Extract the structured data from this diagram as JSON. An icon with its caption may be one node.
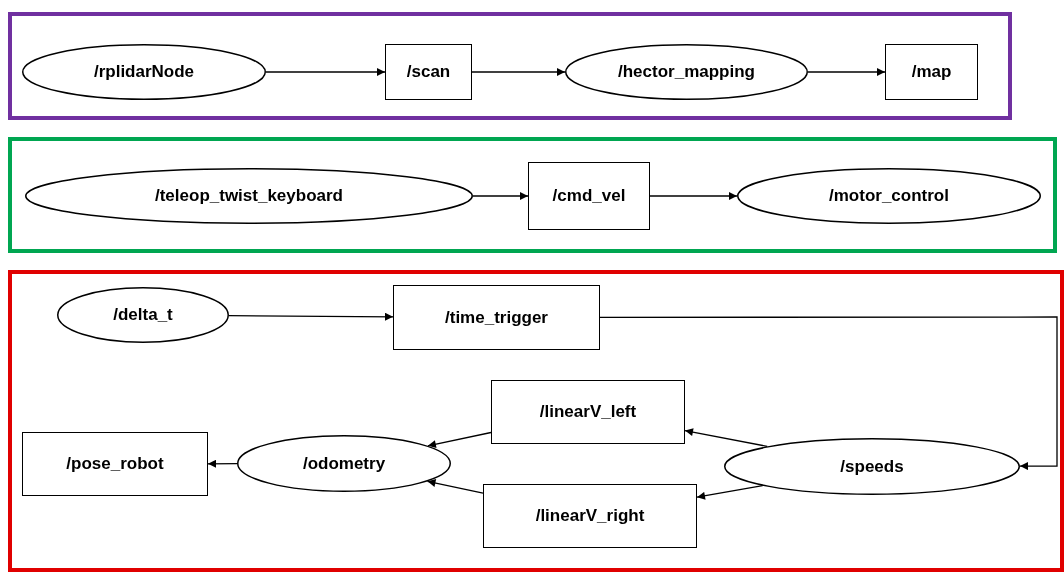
{
  "diagram": {
    "nodes": [
      {
        "text": [],
        "shape": "box"
      },
      {
        "text": [
          "/rplidarNode"
        ],
        "in": 0
      },
      {
        "text": [
          "/scan"
        ],
        "in": 0
      },
      {
        "text": [
          "/hector_mapping"
        ],
        "in": 0
      },
      {
        "text": [
          "/map"
        ],
        "in": 0
      },
      {
        "text": [],
        "shape": "box"
      },
      {
        "text": [
          "/teleop_twist_keyboard"
        ],
        "in": 5
      },
      {
        "text": [
          "/cmd_vel"
        ],
        "in": 5
      },
      {
        "text": [
          "/motor_control"
        ],
        "in": 5
      },
      {
        "text": [],
        "shape": "box"
      },
      {
        "text": [
          "/delta_t"
        ],
        "in": 9
      },
      {
        "text": [
          "/time_trigger"
        ],
        "in": 9
      },
      {
        "text": [
          "/linearV_left"
        ],
        "in": 9
      },
      {
        "text": [
          "/pose_robot"
        ],
        "in": 9
      },
      {
        "text": [
          "/odometry"
        ],
        "in": 9
      },
      {
        "text": [
          "/speeds"
        ],
        "in": 9
      },
      {
        "text": [
          "/linearV_right"
        ],
        "in": 9
      }
    ],
    "edges": [
      {
        "from": 1,
        "to": 2,
        "arrow": "to"
      },
      {
        "from": 2,
        "to": 3,
        "arrow": "to"
      },
      {
        "from": 3,
        "to": 4,
        "arrow": "to"
      },
      {
        "from": 6,
        "to": 7,
        "arrow": "to"
      },
      {
        "from": 7,
        "to": 8,
        "arrow": "to"
      },
      {
        "from": 10,
        "to": 11,
        "arrow": "to"
      },
      {
        "from": 11,
        "to": 15,
        "arrow": "to"
      },
      {
        "from": 15,
        "to": 12,
        "arrow": "to"
      },
      {
        "from": 15,
        "to": 16,
        "arrow": "to"
      },
      {
        "from": 12,
        "to": 14,
        "arrow": "to"
      },
      {
        "from": 16,
        "to": 14,
        "arrow": "to"
      },
      {
        "from": 14,
        "to": 13,
        "arrow": "to"
      }
    ]
  }
}
